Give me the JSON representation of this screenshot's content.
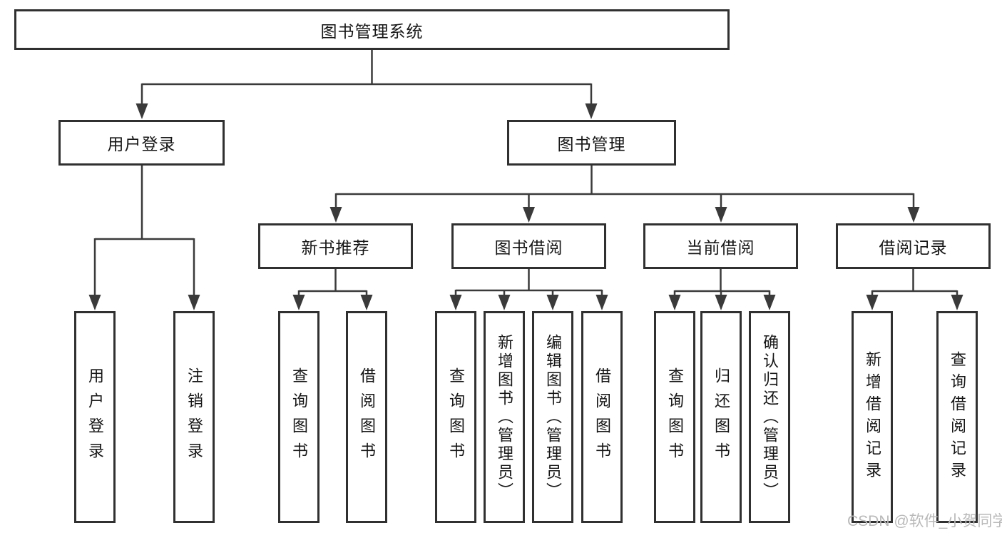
{
  "tree": {
    "root": {
      "label": "图书管理系统"
    },
    "branches": [
      {
        "label": "用户登录",
        "children": [
          {
            "label": "用户登录"
          },
          {
            "label": "注销登录"
          }
        ]
      },
      {
        "label": "图书管理",
        "children": [
          {
            "label": "新书推荐",
            "children": [
              {
                "label": "查询图书"
              },
              {
                "label": "借阅图书"
              }
            ]
          },
          {
            "label": "图书借阅",
            "children": [
              {
                "label": "查询图书"
              },
              {
                "label": "新增图书（管理员）"
              },
              {
                "label": "编辑图书（管理员）"
              },
              {
                "label": "借阅图书"
              }
            ]
          },
          {
            "label": "当前借阅",
            "children": [
              {
                "label": "查询图书"
              },
              {
                "label": "归还图书"
              },
              {
                "label": "确认归还（管理员）"
              }
            ]
          },
          {
            "label": "借阅记录",
            "children": [
              {
                "label": "新增借阅记录"
              },
              {
                "label": "查询借阅记录"
              }
            ]
          }
        ]
      }
    ]
  },
  "watermark": "CSDN @软件_小贺同学",
  "colors": {
    "background": "#ffffff",
    "line": "#3a3a3a",
    "border": "#303030",
    "text": "#161616",
    "watermark": "#b9b9b9"
  }
}
